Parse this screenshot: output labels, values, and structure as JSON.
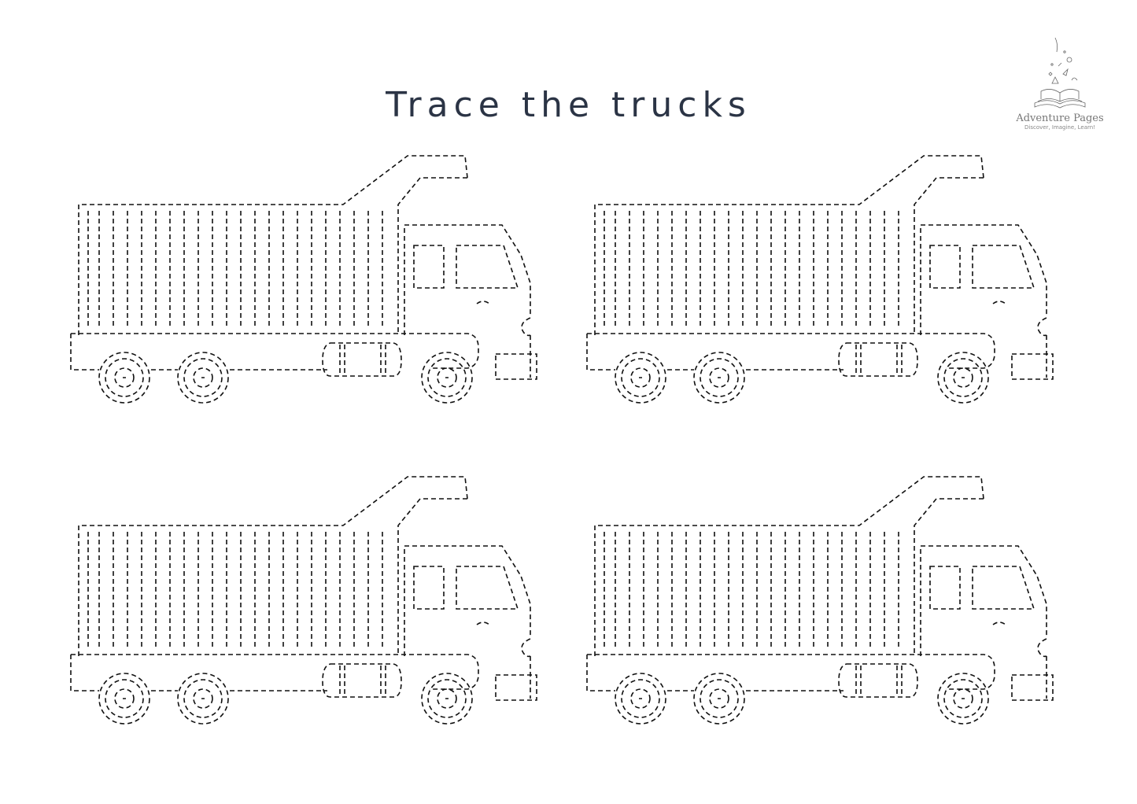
{
  "title": "Trace the trucks",
  "logo": {
    "name": "Adventure Pages",
    "tagline": "Discover, Imagine, Learn!",
    "icon": "open-book-icon"
  },
  "worksheet": {
    "activity": "tracing",
    "truck_count": 4,
    "trucks": [
      {
        "id": "truck-1",
        "position": "top-left"
      },
      {
        "id": "truck-2",
        "position": "top-right"
      },
      {
        "id": "truck-3",
        "position": "bottom-left"
      },
      {
        "id": "truck-4",
        "position": "bottom-right"
      }
    ]
  },
  "colors": {
    "title": "#2b3445",
    "lines": "#111111",
    "background": "#ffffff"
  }
}
